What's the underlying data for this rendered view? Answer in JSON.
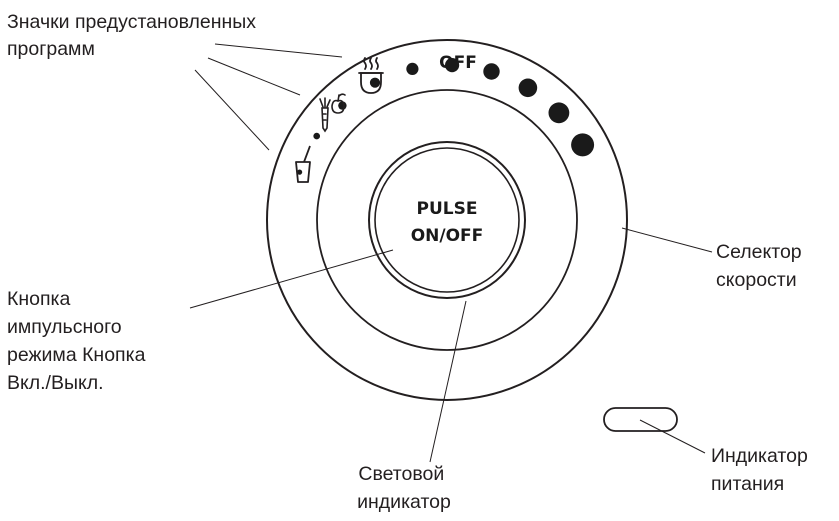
{
  "dial": {
    "off_label": "OFF",
    "pulse_line1": "PULSE",
    "pulse_line2": "ON/OFF",
    "speed_positions": 10
  },
  "labels": {
    "preset_icons": [
      "Значки предустановленных",
      "программ"
    ],
    "pulse_button": [
      "Кнопка",
      "импульсного",
      "режима Кнопка",
      "Вкл./Выкл."
    ],
    "indicator_light": [
      "Световой",
      "индикатор"
    ],
    "speed_selector": [
      "Селектор",
      "скорости"
    ],
    "power_indicator": [
      "Индикатор",
      "питания"
    ]
  },
  "icons": [
    "soup-icon",
    "vegetable-fruit-icon",
    "cup-icon"
  ]
}
